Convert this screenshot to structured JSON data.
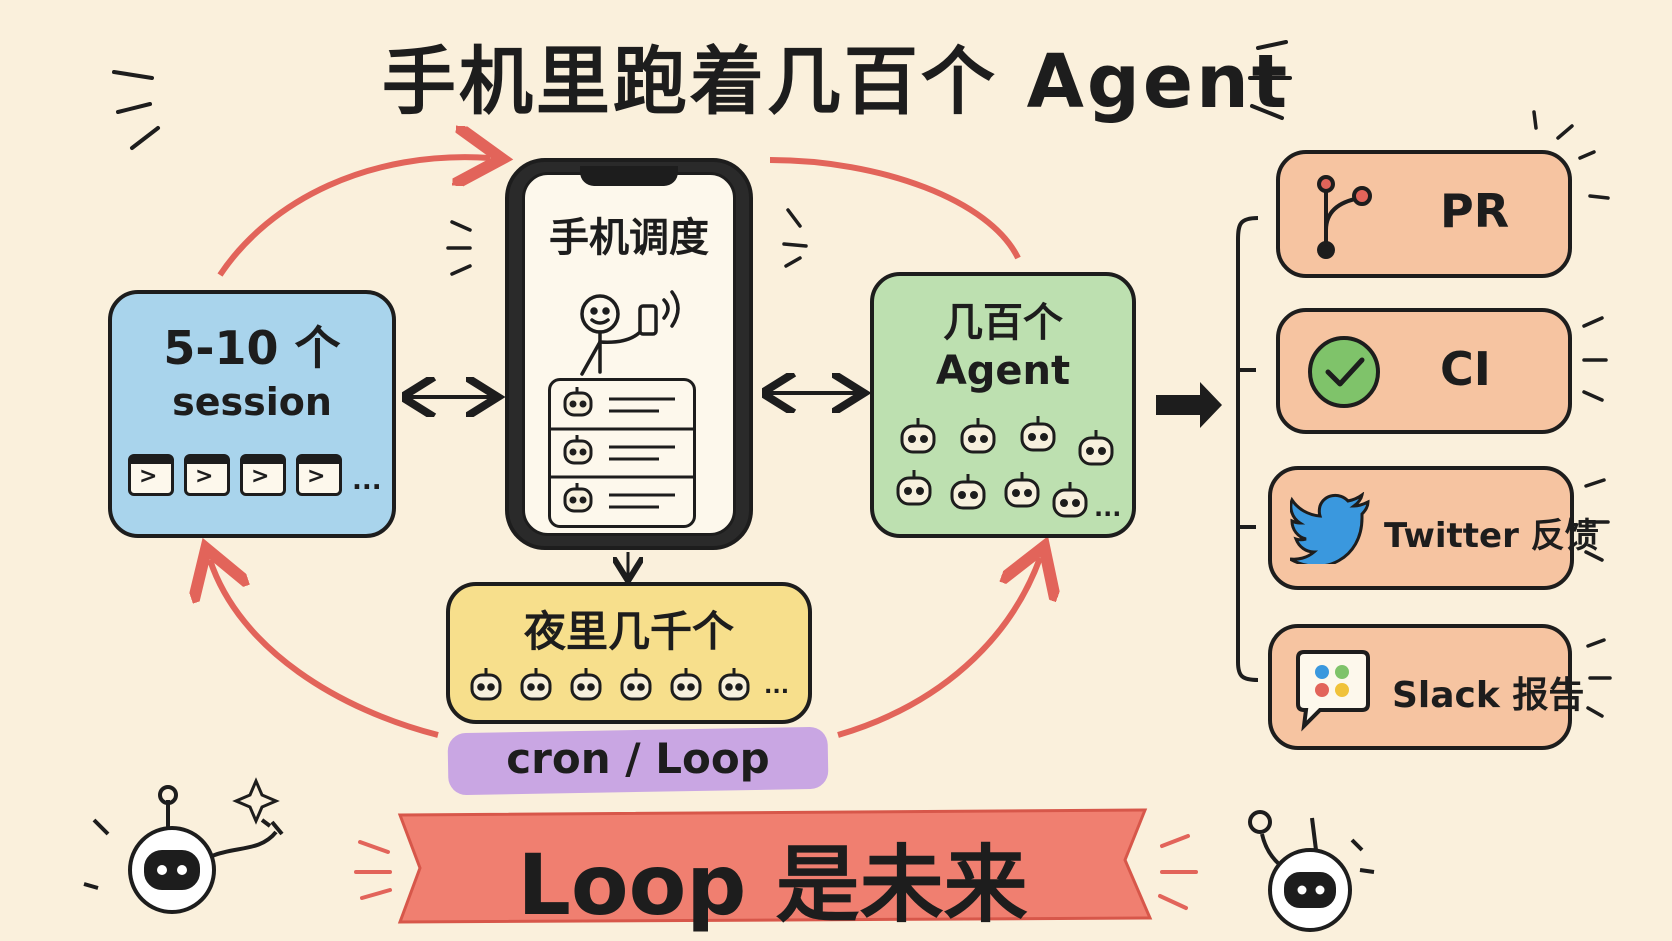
{
  "title": "手机里跑着几百个 Agent",
  "sessions_box": {
    "count": "5-10 个",
    "label": "session",
    "ellipsis": "..."
  },
  "phone": {
    "label": "手机调度"
  },
  "agents_box": {
    "count": "几百个",
    "label": "Agent",
    "ellipsis": "..."
  },
  "night_box": {
    "label": "夜里几千个",
    "ellipsis": "..."
  },
  "schedule_tag": "cron / Loop",
  "banner": "Loop 是未来",
  "outputs": [
    {
      "label": "PR",
      "icon": "git-branch-icon"
    },
    {
      "label": "CI",
      "icon": "check-circle-icon"
    },
    {
      "label": "Twitter 反馈",
      "icon": "twitter-bird-icon"
    },
    {
      "label": "Slack 报告",
      "icon": "slack-icon"
    }
  ],
  "colors": {
    "background": "#faf0dc",
    "blue": "#a9d4ec",
    "green": "#bde0b0",
    "yellow": "#f7df8c",
    "orange": "#f6c4a1",
    "red_arrow": "#e2645a",
    "banner": "#f07f70",
    "purple_tag": "#c9a6e3"
  }
}
